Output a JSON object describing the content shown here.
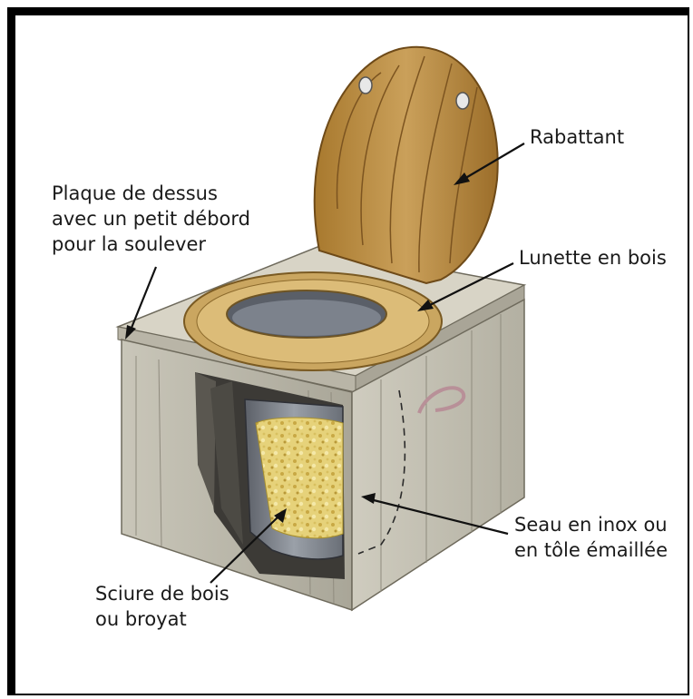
{
  "labels": {
    "plaque": [
      "Plaque de dessus",
      "avec un petit débord",
      "pour la soulever"
    ],
    "rabattant": "Rabattant",
    "lunette": "Lunette en bois",
    "seau": [
      "Seau en inox ou",
      "en tôle émaillée"
    ],
    "sciure": [
      "Sciure de bois",
      "ou broyat"
    ]
  }
}
